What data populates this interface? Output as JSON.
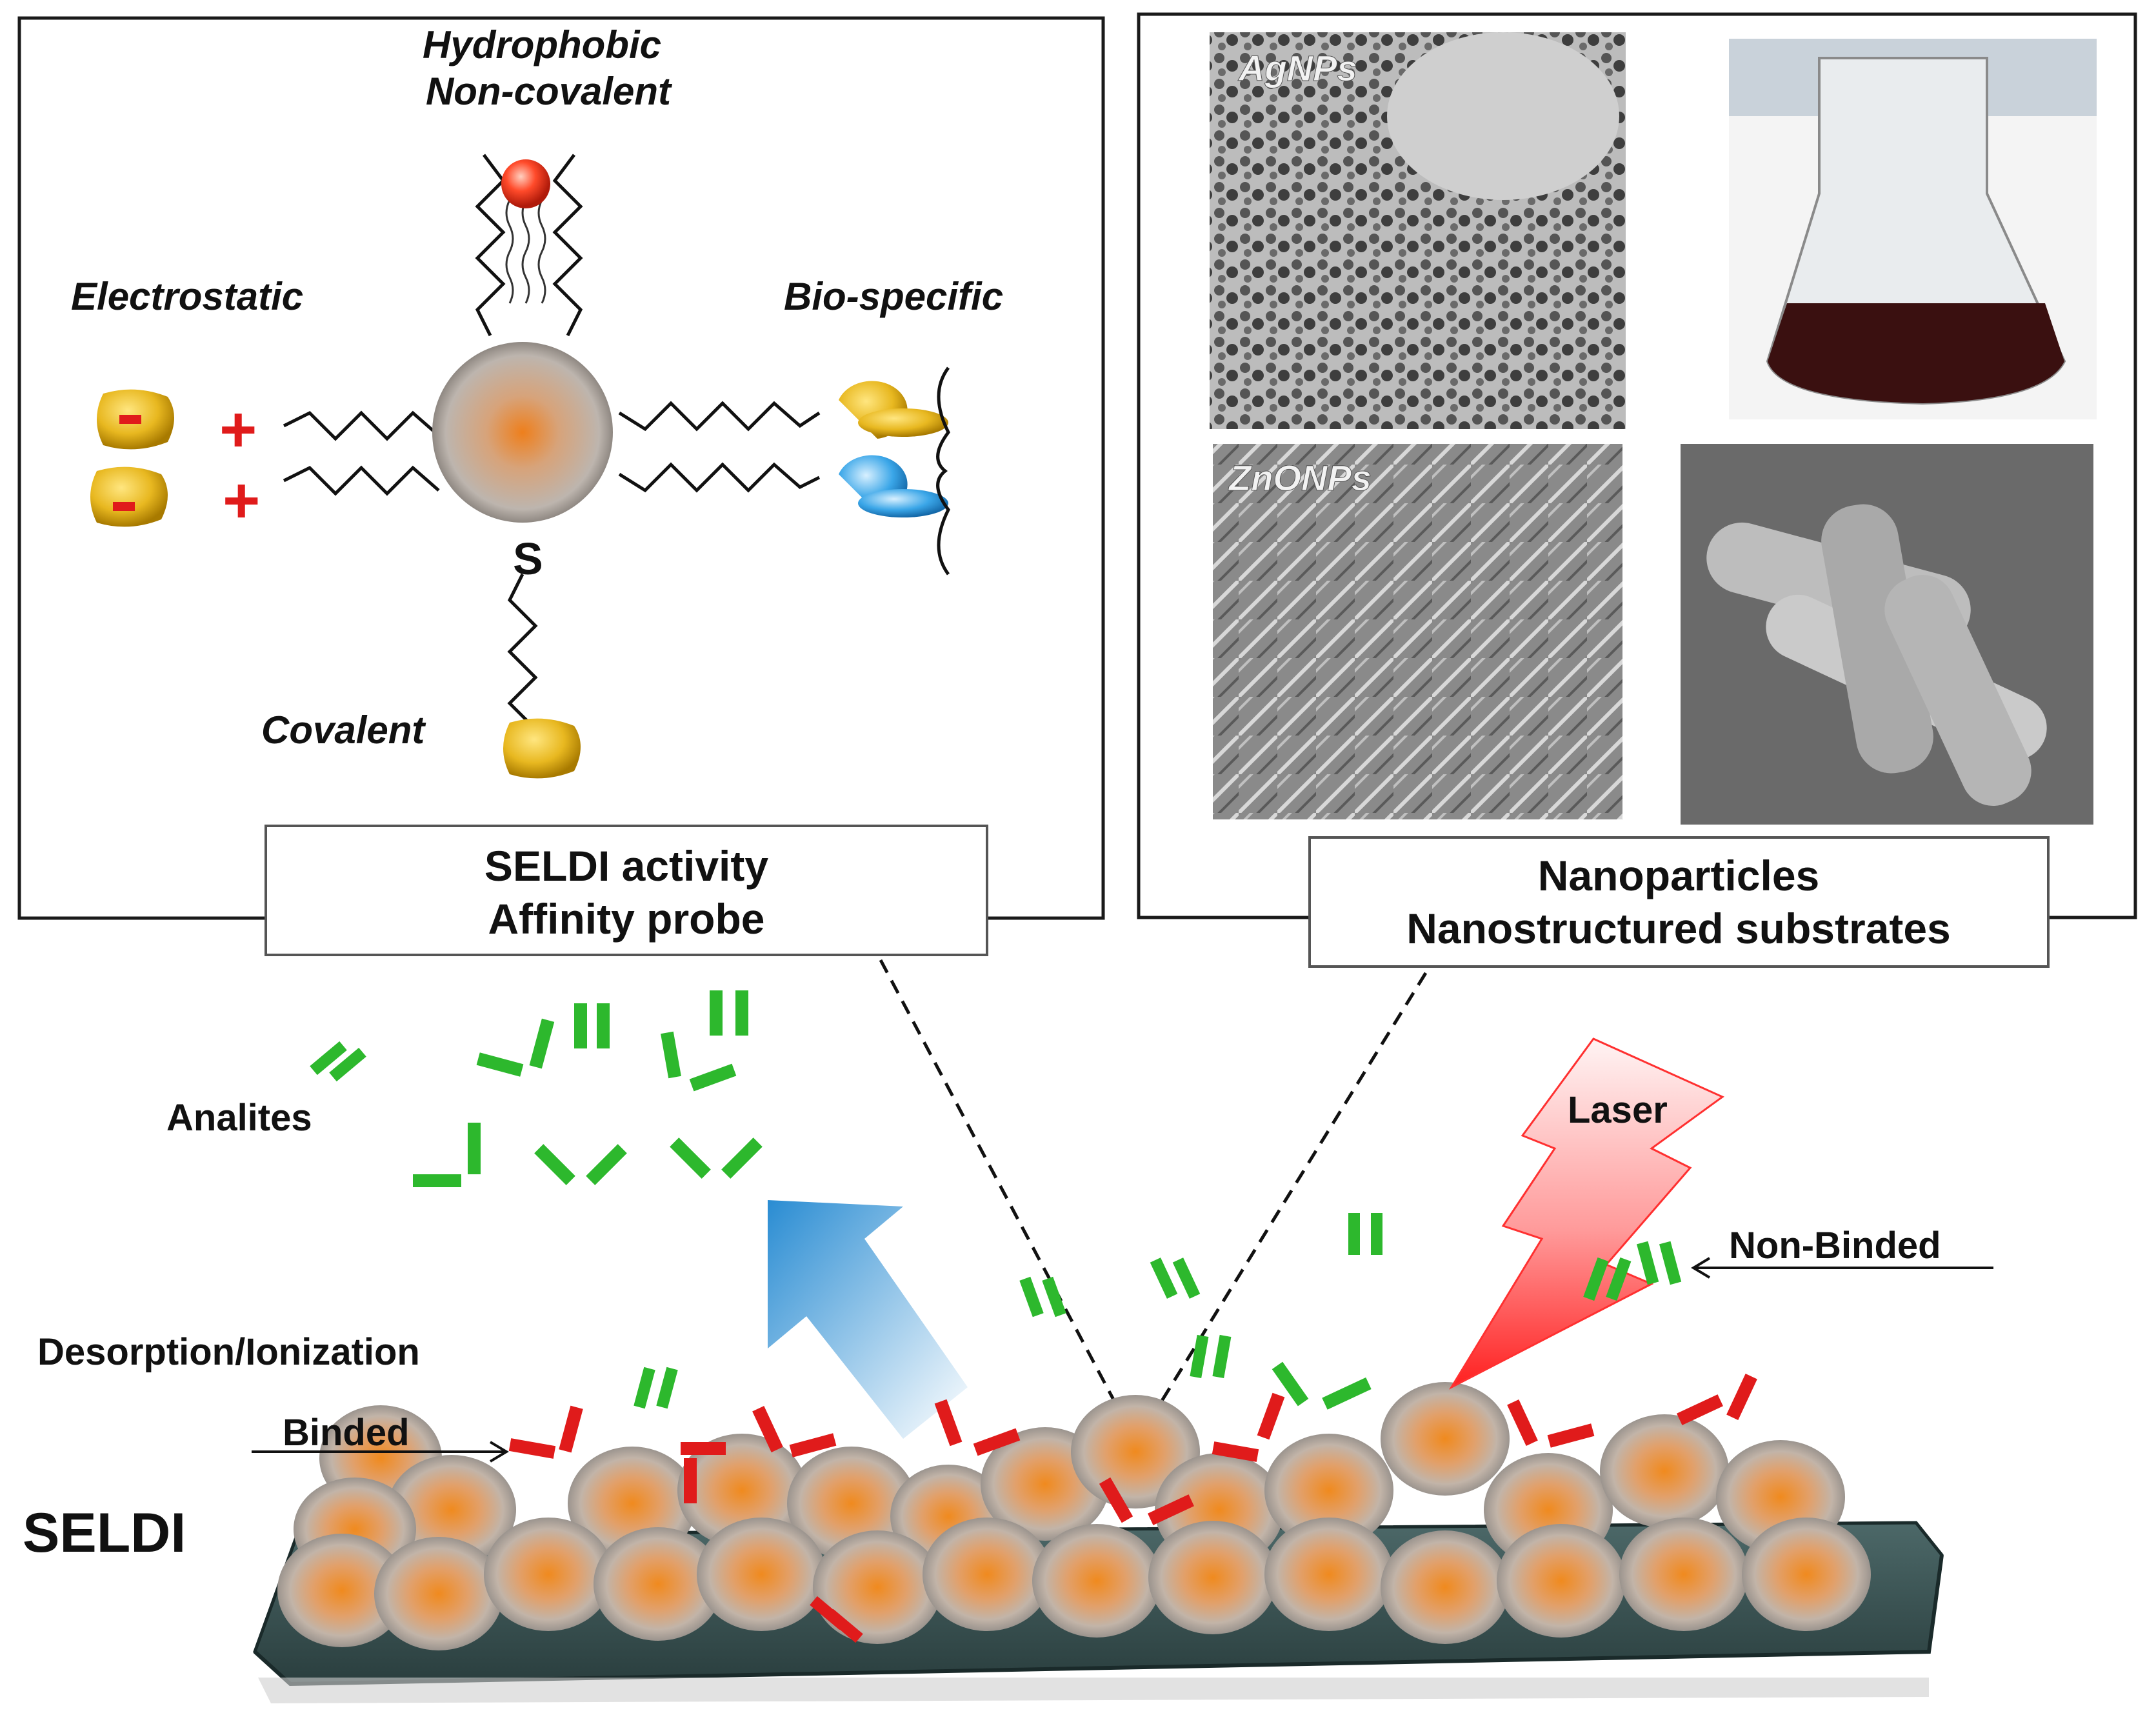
{
  "left_panel": {
    "hydrophobic_line1": "Hydrophobic",
    "hydrophobic_line2": "Non-covalent",
    "electrostatic": "Electrostatic",
    "bio_specific": "Bio-specific",
    "covalent": "Covalent",
    "sulfur": "S",
    "plus_sign": "+",
    "caption_line1": "SELDI activity",
    "caption_line2": "Affinity probe"
  },
  "right_panel": {
    "agnps_label": "AgNPs",
    "znonps_label": "ZnONPs",
    "caption_line1": "Nanoparticles",
    "caption_line2": "Nanostructured substrates"
  },
  "bottom": {
    "analites": "Analites",
    "desorption": "Desorption/Ionization",
    "binded": "Binded",
    "seldi": "SELDI",
    "laser": "Laser",
    "non_binded": "Non-Binded"
  },
  "colors": {
    "nanoparticle_core": "#e8862a",
    "nanoparticle_shell": "#b9b2ac",
    "analyte_free": "#2db82d",
    "analyte_bound": "#e01b1b",
    "plate": "#3f5a5a",
    "laser": "#ff5a5a",
    "arrow": "#1e8fd6",
    "charge": "#e01b1b",
    "probe": "#e8b820"
  }
}
